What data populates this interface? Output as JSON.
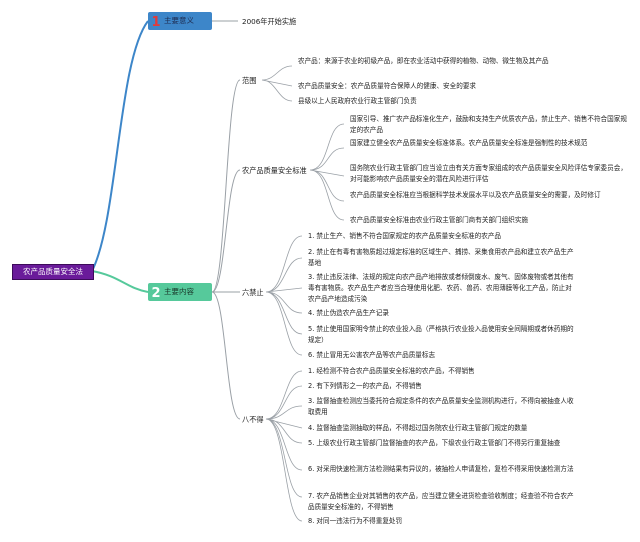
{
  "root": {
    "label": "农产品质量安全法"
  },
  "note1": "2006年开始实施",
  "category1": {
    "number": "1",
    "label": "主要意义"
  },
  "category2": {
    "number": "2",
    "label": "主要内容"
  },
  "branch_scope": {
    "label": "范围",
    "items": [
      "农产品：来源于农业的初级产品，即在农业活动中获得的植物、动物、微生物及其产品",
      "农产品质量安全：农产品质量符合保障人的健康、安全的要求",
      "县级以上人民政府农业行政主管部门负责"
    ]
  },
  "branch_standard": {
    "label": "农产品质量安全标准",
    "items": [
      "国家引导、推广农产品标准化生产，鼓励和支持生产优质农产品，禁止生产、销售不符合国家规定的农产品",
      "国家建立健全农产品质量安全标准体系。农产品质量安全标准是强制性的技术规范",
      "国务院农业行政主管部门应当设立由有关方面专家组成的农产品质量安全风险评估专家委员会，对可能影响农产品质量安全的潜在风险进行评估",
      "农产品质量安全标准应当根据科学技术发展水平以及农产品质量安全的需要，及时修订",
      "农产品质量安全标准由农业行政主管部门商有关部门组织实施"
    ]
  },
  "branch_six": {
    "label": "六禁止",
    "items": [
      "1. 禁止生产、销售不符合国家规定的农产品质量安全标准的农产品",
      "2. 禁止在有毒有害物质超过规定标准的区域生产、捕捞、采集食用农产品和建立农产品生产基地",
      "3. 禁止违反法律、法规的规定向农产品产地排放或者倾倒废水、废气、固体废物或者其他有毒有害物质。农产品生产者应当合理使用化肥、农药、兽药、农用薄膜等化工产品，防止对农产品产地造成污染",
      "4. 禁止伪造农产品生产记录",
      "5. 禁止使用国家明令禁止的农业投入品（严格执行农业投入品使用安全间隔期或者休药期的规定）",
      "6. 禁止冒用无公害农产品等农产品质量标志"
    ]
  },
  "branch_eight": {
    "label": "八不得",
    "items": [
      "1. 经检测不符合农产品质量安全标准的农产品，不得销售",
      "2. 有下列情形之一的农产品，不得销售",
      "3. 监督抽查检测应当委托符合规定条件的农产品质量安全监测机构进行，不得向被抽查人收取费用",
      "4. 监督抽查监测抽取的样品，不得超过国务院农业行政主管部门规定的数量",
      "5. 上级农业行政主管部门监督抽查的农产品，下级农业行政主管部门不得另行重复抽查",
      "6. 对采用快速检测方法检测结果有异议的，被抽检人申请复检，复检不得采用快速检测方法",
      "7. 农产品销售企业对其销售的农产品，应当建立健全进货检查验收制度；经查验不符合农产品质量安全标准的，不得销售",
      "8. 对同一违法行为不得重复处罚"
    ]
  },
  "colors": {
    "root": "#6a1b9a",
    "cat1": "#3d86c9",
    "cat2": "#56c99b",
    "line": "#9aa0a6"
  }
}
